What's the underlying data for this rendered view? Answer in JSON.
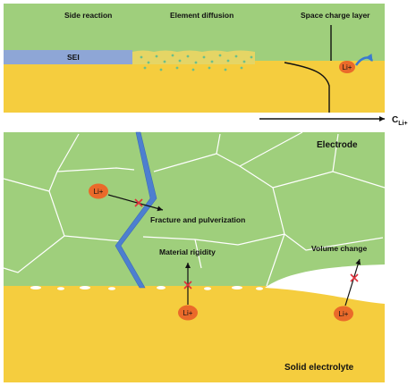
{
  "top_panel": {
    "side_reaction": "Side reaction",
    "element_diffusion": "Element diffusion",
    "space_charge_layer": "Space charge layer",
    "sei": "SEI",
    "li_ion": "Li+",
    "axis_label": "C",
    "axis_subscript": "Li+"
  },
  "bottom_panel": {
    "electrode": "Electrode",
    "solid_electrolyte": "Solid electrolyte",
    "fracture": "Fracture and pulverization",
    "material_rigidity": "Material rigidity",
    "volume_change": "Volume change",
    "li_ion_1": "Li+",
    "li_ion_2": "Li+",
    "li_ion_3": "Li+"
  },
  "colors": {
    "electrode_green": "#9fcf7c",
    "electrolyte_yellow": "#f5cd3e",
    "sei_blue": "#8ea6d6",
    "crack_blue": "#4d7fd0",
    "li_orange": "#ea6a2a",
    "cross_red": "#e0303a"
  }
}
